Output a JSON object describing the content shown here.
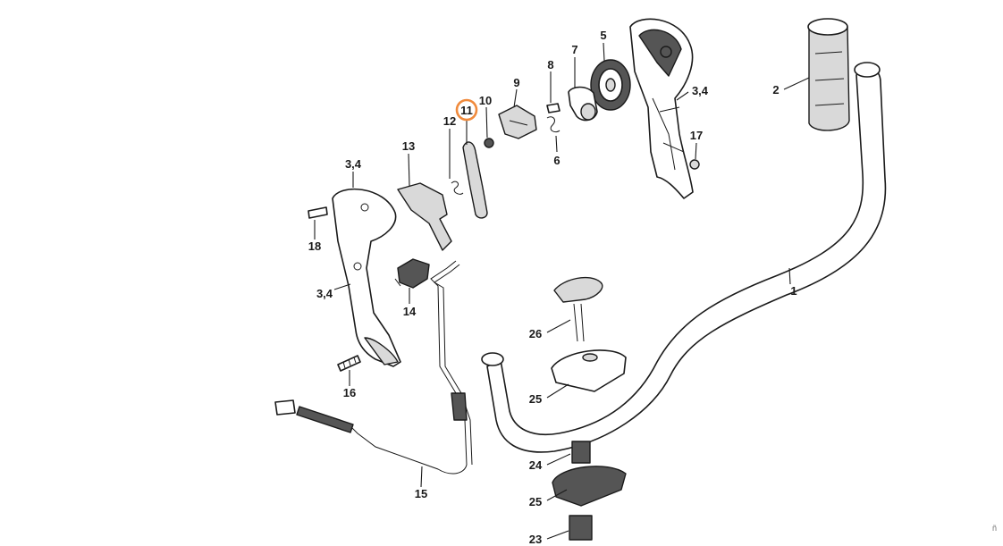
{
  "highlight_color": "#f08a3c",
  "labels": {
    "l1": "1",
    "l2": "2",
    "l3_top_right": "3,4",
    "l3_top_left": "3,4",
    "l3_mid_left": "3,4",
    "l5": "5",
    "l6": "6",
    "l7": "7",
    "l8": "8",
    "l9": "9",
    "l10": "10",
    "l11": "11",
    "l12": "12",
    "l13": "13",
    "l14": "14",
    "l15": "15",
    "l16": "16",
    "l17": "17",
    "l18": "18",
    "l23": "23",
    "l24": "24",
    "l25_top": "25",
    "l25_bottom": "25",
    "l26": "26"
  },
  "corner_mark": "ñ"
}
